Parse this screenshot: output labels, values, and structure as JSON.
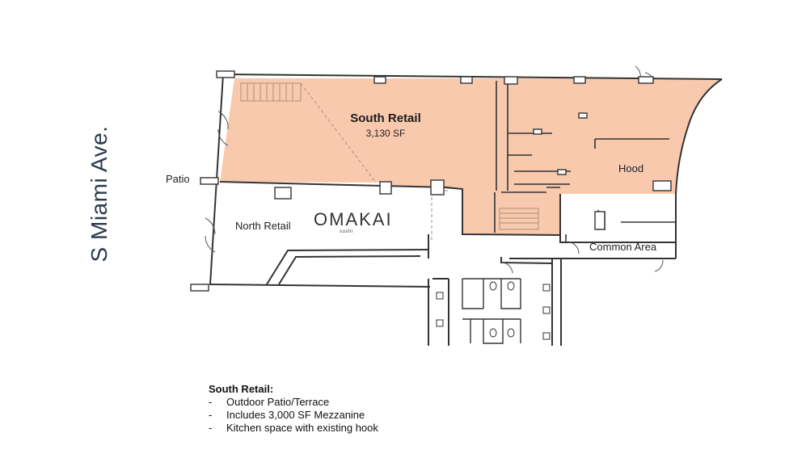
{
  "street": {
    "name": "S Miami Ave."
  },
  "spaces": {
    "patio": "Patio",
    "north_retail": "North Retail",
    "south_retail_title": "South Retail",
    "south_retail_area": "3,130 SF",
    "hood": "Hood",
    "common_area": "Common Area"
  },
  "tenant_logo": {
    "name": "OMAKAI",
    "tagline": "sushi"
  },
  "notes": {
    "title": "South Retail:",
    "items": [
      "Outdoor Patio/Terrace",
      "Includes 3,000 SF Mezzanine",
      "Kitchen space with existing hook"
    ]
  },
  "colors": {
    "highlight_fill": "#f8c9ad",
    "wall": "#333333",
    "street_text": "#2c3a4f"
  }
}
